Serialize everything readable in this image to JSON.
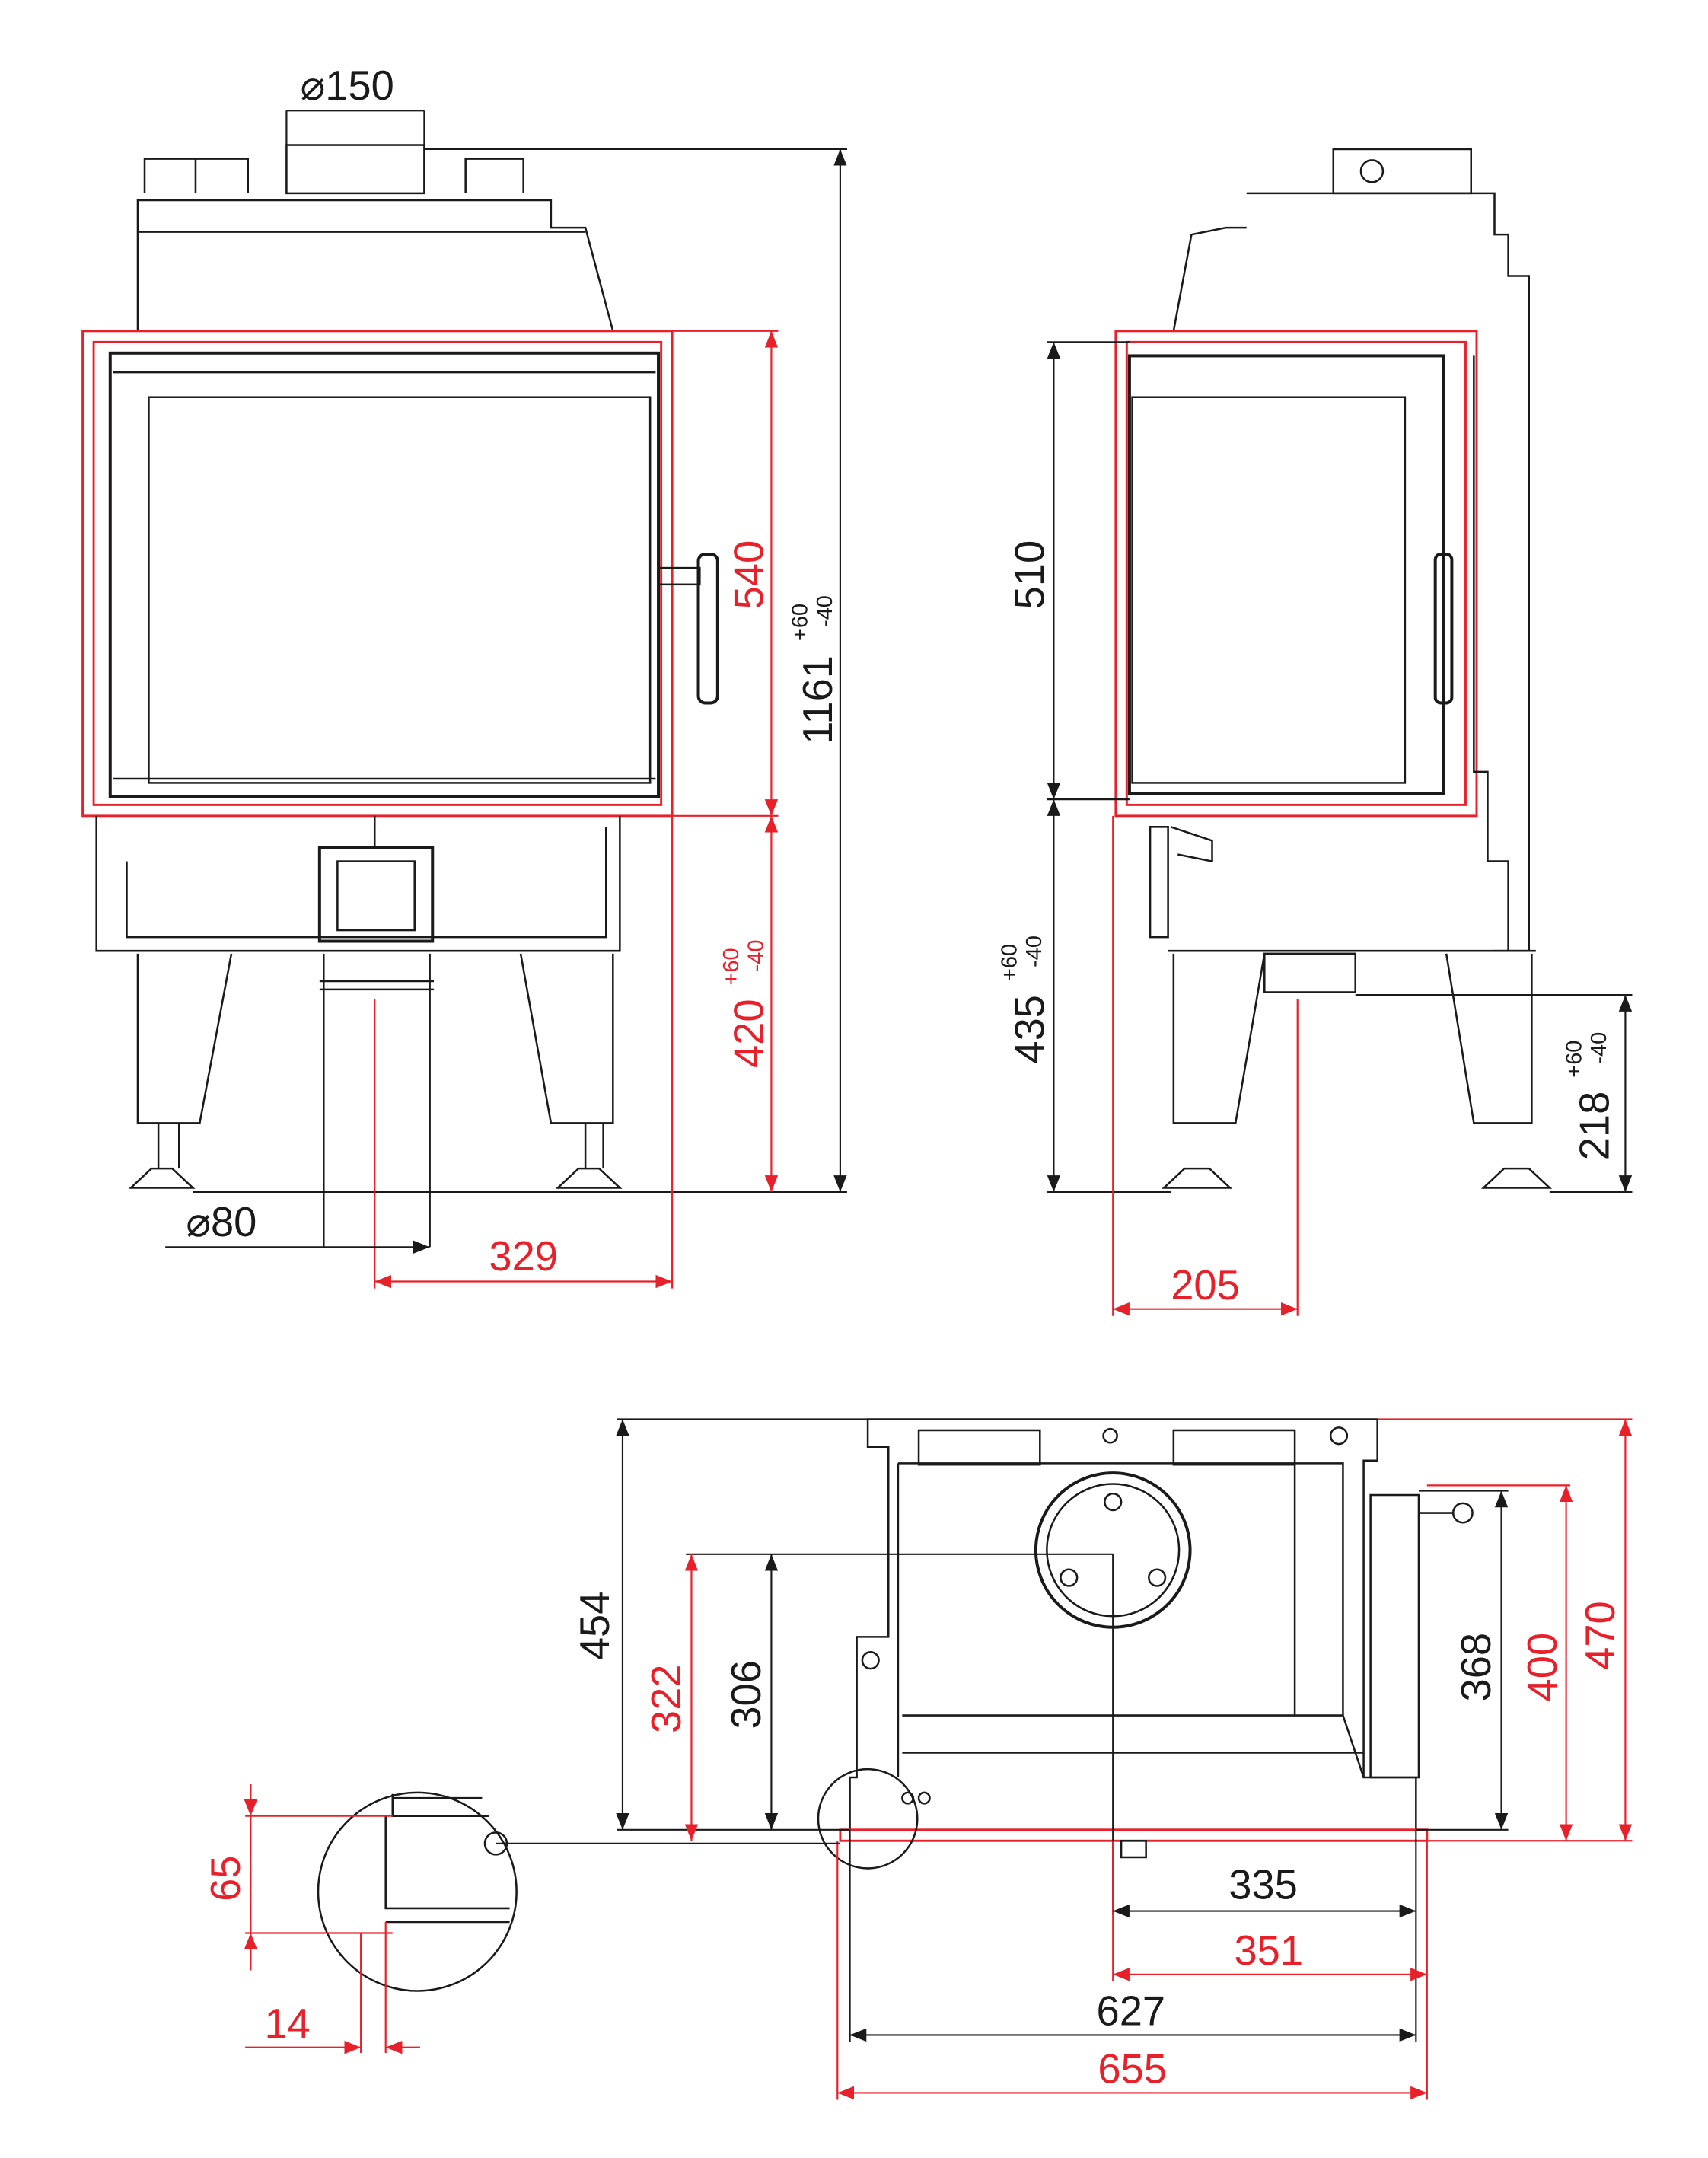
{
  "colors": {
    "line": "#1a1a1a",
    "accent": "#e8202a"
  },
  "front_view": {
    "flue_diameter": "150",
    "outlet_diameter": "80",
    "height_total": "1161",
    "tolerance_total": [
      "+60",
      "-40"
    ],
    "door_height": "540",
    "base_height": "420",
    "tolerance_base": [
      "+60",
      "-40"
    ],
    "offset": "329",
    "diameter_symbol": "⌀"
  },
  "side_view": {
    "door_height": "510",
    "base_height": "435",
    "tolerance_base": [
      "+60",
      "-40"
    ],
    "outlet_height": "218",
    "tolerance_outlet": [
      "+60",
      "-40"
    ],
    "offset": "205"
  },
  "top_view": {
    "depth_total": "454",
    "depth_322": "322",
    "depth_306": "306",
    "depth_368": "368",
    "depth_400": "400",
    "depth_470": "470",
    "width_335": "335",
    "width_351": "351",
    "width_627": "627",
    "width_655": "655"
  },
  "detail": {
    "height": "65",
    "width": "14"
  }
}
